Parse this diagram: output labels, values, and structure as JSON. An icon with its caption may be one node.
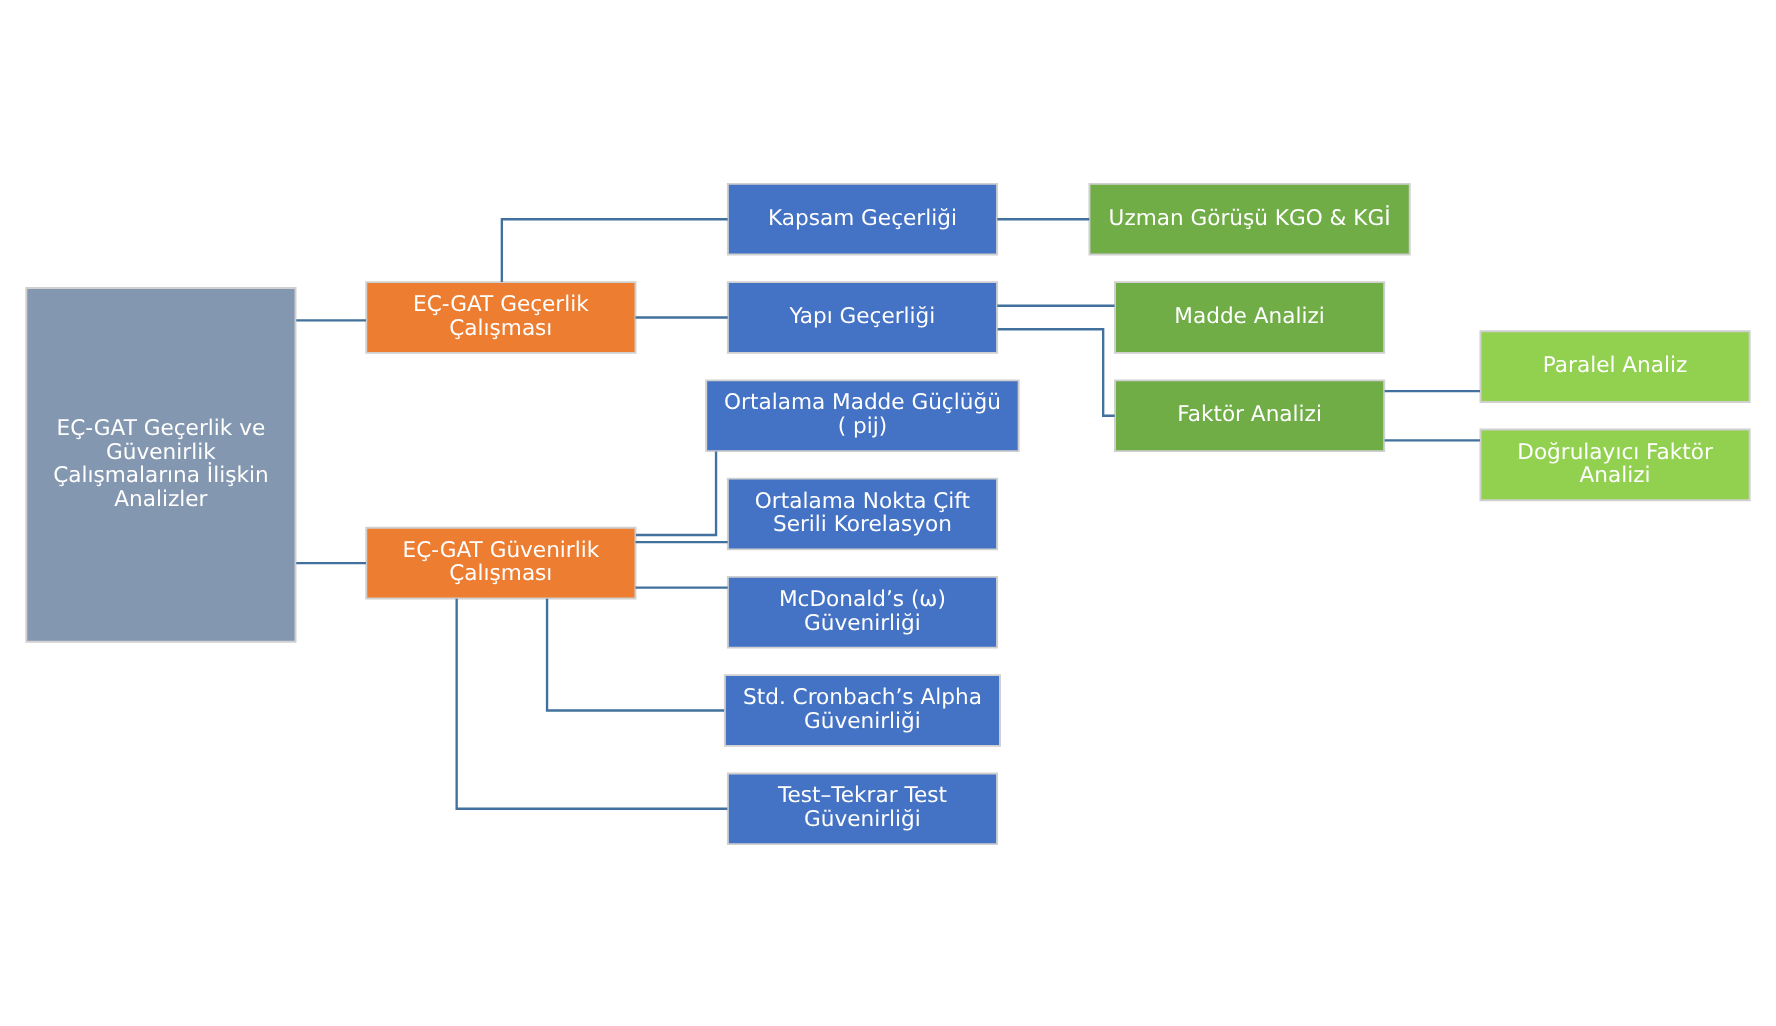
{
  "diagram": {
    "nodes": [
      {
        "text": [
          "EÇ-GAT Geçerlik ve Güvenirlik Çalışmalarına İlişkin Analizler"
        ]
      },
      {
        "text": [
          "EÇ-GAT Geçerlik Çalışması"
        ]
      },
      {
        "text": [
          "Kapsam Geçerliği"
        ]
      },
      {
        "text": [
          "Uzman Görüşü KGO & KGİ"
        ]
      },
      {
        "text": [
          "Yapı Geçerliği"
        ]
      },
      {
        "text": [
          "Madde Analizi"
        ]
      },
      {
        "text": [
          "Faktör Analizi"
        ]
      },
      {
        "text": [
          "Paralel Analiz"
        ]
      },
      {
        "text": [
          "Doğrulayıcı Faktör Analizi"
        ]
      },
      {
        "text": [
          "EÇ-GAT Güvenirlik Çalışması"
        ]
      },
      {
        "text": [
          "Ortalama Madde Güçlüğü ( pij)"
        ]
      },
      {
        "text": [
          "Ortalama Nokta Çift Serili Korelasyon"
        ]
      },
      {
        "text": [
          "McDonald’s (ω) Güvenirliği"
        ]
      },
      {
        "text": [
          "Std. Cronbach’s Alpha Güvenirliği"
        ]
      },
      {
        "text": [
          "Test–Tekrar Test Güvenirliği"
        ]
      }
    ],
    "edges": [
      {
        "from": 0,
        "to": 1,
        "arrow": "none"
      },
      {
        "from": 0,
        "to": 9,
        "arrow": "none"
      },
      {
        "from": 1,
        "to": 2,
        "arrow": "none"
      },
      {
        "from": 1,
        "to": 4,
        "arrow": "none"
      },
      {
        "from": 2,
        "to": 3,
        "arrow": "none"
      },
      {
        "from": 4,
        "to": 5,
        "arrow": "none"
      },
      {
        "from": 4,
        "to": 6,
        "arrow": "none"
      },
      {
        "from": 6,
        "to": 7,
        "arrow": "none"
      },
      {
        "from": 6,
        "to": 8,
        "arrow": "none"
      },
      {
        "from": 9,
        "to": 10,
        "arrow": "none"
      },
      {
        "from": 9,
        "to": 11,
        "arrow": "none"
      },
      {
        "from": 9,
        "to": 12,
        "arrow": "none"
      },
      {
        "from": 9,
        "to": 13,
        "arrow": "none"
      },
      {
        "from": 9,
        "to": 14,
        "arrow": "none"
      }
    ]
  }
}
